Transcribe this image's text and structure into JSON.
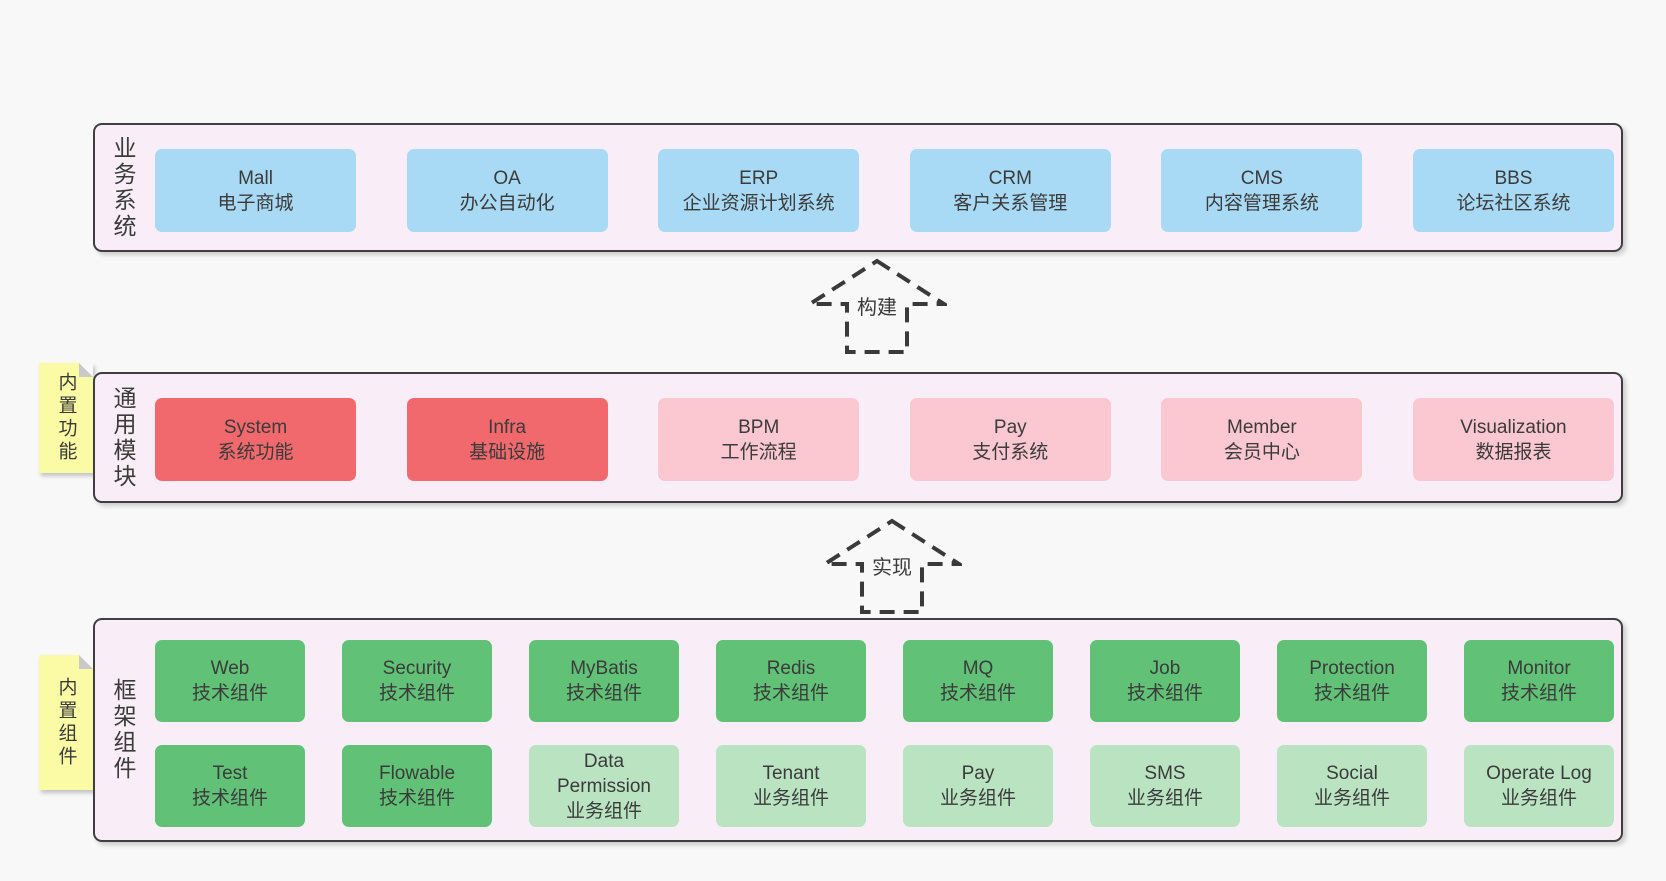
{
  "palette": {
    "page_bg": "#f8f8f8",
    "panel_bg": "#f9eef7",
    "panel_border": "#3f3f3f",
    "blue": "#a9daf5",
    "red": "#f1696d",
    "pink": "#fbc7d0",
    "green_dark": "#61c176",
    "green_light": "#bae4c1",
    "sticky_yellow": "#fbfba5",
    "sticky_fold": "#c9c9c9",
    "text": "#3b3b3b"
  },
  "arrows": [
    {
      "label": "构建"
    },
    {
      "label": "实现"
    }
  ],
  "stickies": [
    {
      "label": "内置功能"
    },
    {
      "label": "内置组件"
    }
  ],
  "layers": [
    {
      "label": "业务系统",
      "items": [
        {
          "name": "Mall",
          "subtitle": "电子商城",
          "kind": "blue"
        },
        {
          "name": "OA",
          "subtitle": "办公自动化",
          "kind": "blue"
        },
        {
          "name": "ERP",
          "subtitle": "企业资源计划系统",
          "kind": "blue"
        },
        {
          "name": "CRM",
          "subtitle": "客户关系管理",
          "kind": "blue"
        },
        {
          "name": "CMS",
          "subtitle": "内容管理系统",
          "kind": "blue"
        },
        {
          "name": "BBS",
          "subtitle": "论坛社区系统",
          "kind": "blue"
        }
      ]
    },
    {
      "label": "通用模块",
      "items": [
        {
          "name": "System",
          "subtitle": "系统功能",
          "kind": "red"
        },
        {
          "name": "Infra",
          "subtitle": "基础设施",
          "kind": "red"
        },
        {
          "name": "BPM",
          "subtitle": "工作流程",
          "kind": "pink"
        },
        {
          "name": "Pay",
          "subtitle": "支付系统",
          "kind": "pink"
        },
        {
          "name": "Member",
          "subtitle": "会员中心",
          "kind": "pink"
        },
        {
          "name": "Visualization",
          "subtitle": "数据报表",
          "kind": "pink"
        }
      ]
    },
    {
      "label": "框架组件",
      "rows": [
        [
          {
            "name": "Web",
            "subtitle": "技术组件",
            "kind": "green_dark"
          },
          {
            "name": "Security",
            "subtitle": "技术组件",
            "kind": "green_dark"
          },
          {
            "name": "MyBatis",
            "subtitle": "技术组件",
            "kind": "green_dark"
          },
          {
            "name": "Redis",
            "subtitle": "技术组件",
            "kind": "green_dark"
          },
          {
            "name": "MQ",
            "subtitle": "技术组件",
            "kind": "green_dark"
          },
          {
            "name": "Job",
            "subtitle": "技术组件",
            "kind": "green_dark"
          },
          {
            "name": "Protection",
            "subtitle": "技术组件",
            "kind": "green_dark"
          },
          {
            "name": "Monitor",
            "subtitle": "技术组件",
            "kind": "green_dark"
          }
        ],
        [
          {
            "name": "Test",
            "subtitle": "技术组件",
            "kind": "green_dark"
          },
          {
            "name": "Flowable",
            "subtitle": "技术组件",
            "kind": "green_dark"
          },
          {
            "name": "Data Permission",
            "subtitle": "业务组件",
            "kind": "green_light"
          },
          {
            "name": "Tenant",
            "subtitle": "业务组件",
            "kind": "green_light"
          },
          {
            "name": "Pay",
            "subtitle": "业务组件",
            "kind": "green_light"
          },
          {
            "name": "SMS",
            "subtitle": "业务组件",
            "kind": "green_light"
          },
          {
            "name": "Social",
            "subtitle": "业务组件",
            "kind": "green_light"
          },
          {
            "name": "Operate Log",
            "subtitle": "业务组件",
            "kind": "green_light"
          }
        ]
      ]
    }
  ]
}
